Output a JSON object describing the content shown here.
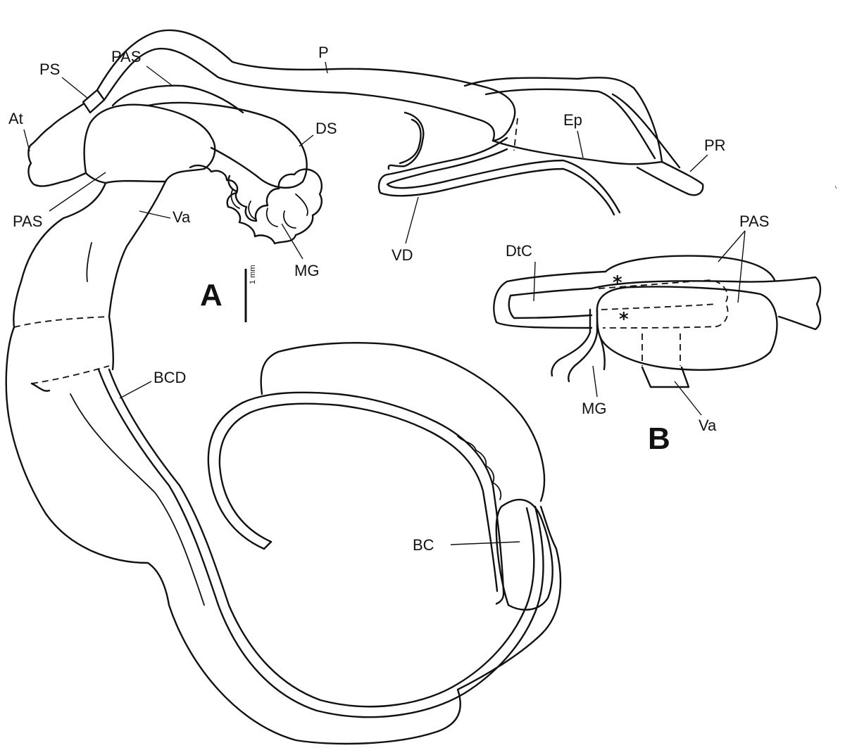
{
  "figure_a": {
    "panel_label": "A",
    "scale_bar": "1 mm",
    "labels": {
      "pas_upper": "PAS",
      "p": "P",
      "ps": "PS",
      "at": "At",
      "ds": "DS",
      "ep": "Ep",
      "pr": "PR",
      "pas_lower": "PAS",
      "va": "Va",
      "mg": "MG",
      "vd": "VD",
      "bcd": "BCD",
      "bc": "BC"
    }
  },
  "figure_b": {
    "panel_label": "B",
    "labels": {
      "dtc": "DtC",
      "pas": "PAS",
      "mg": "MG",
      "va": "Va",
      "star_1": "*",
      "star_2": "*"
    }
  }
}
